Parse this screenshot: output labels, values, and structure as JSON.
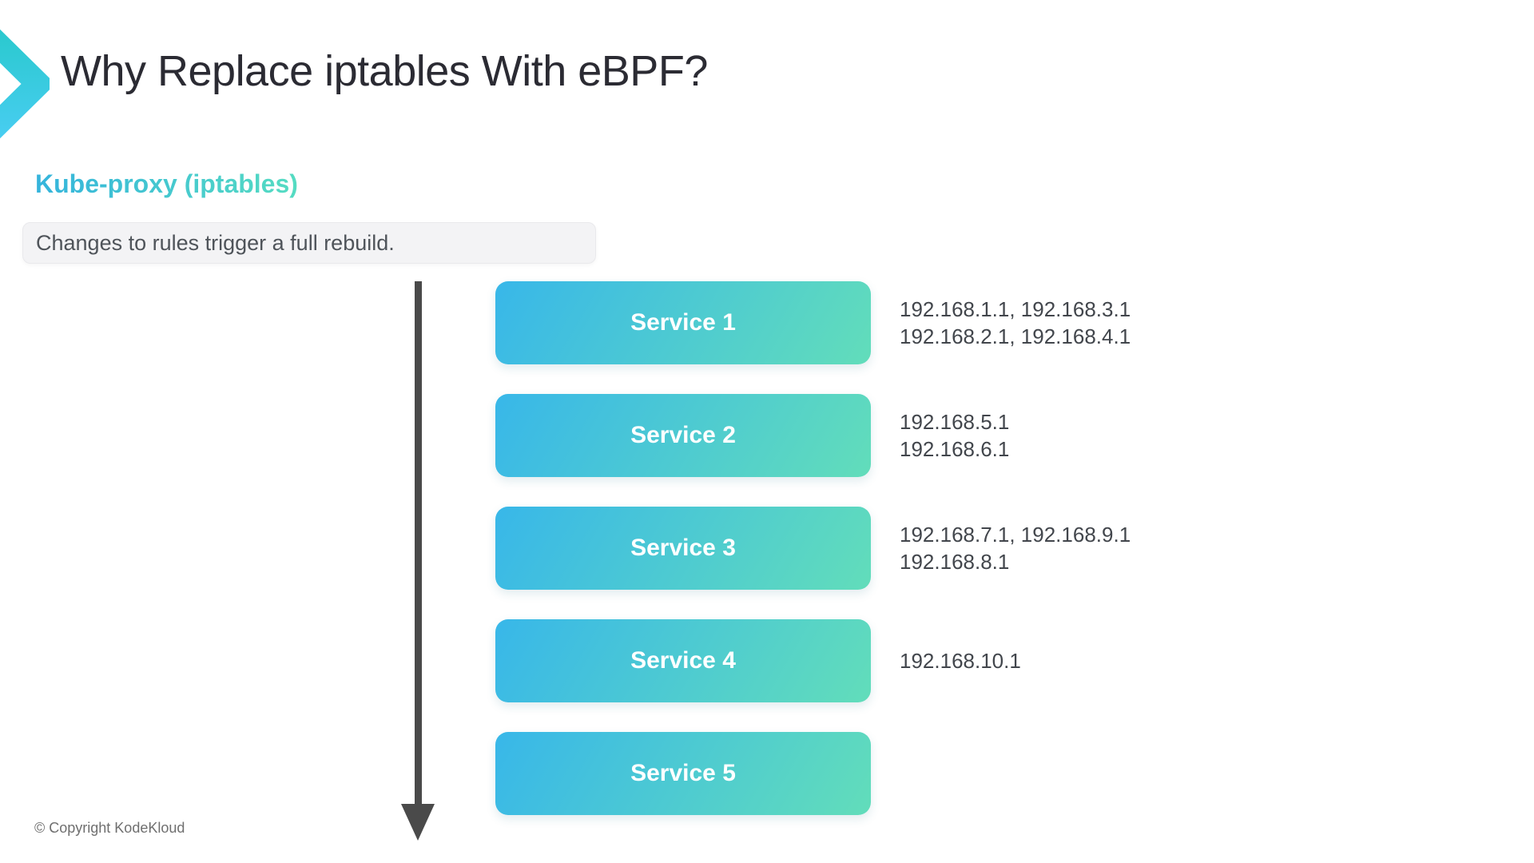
{
  "slide": {
    "title": "Why Replace iptables With eBPF?",
    "subtitle": "Kube-proxy (iptables)",
    "note": "Changes to rules trigger a full rebuild.",
    "copyright": "© Copyright KodeKloud"
  },
  "services": [
    {
      "label": "Service 1",
      "ips": [
        "192.168.1.1, 192.168.3.1",
        "192.168.2.1, 192.168.4.1"
      ]
    },
    {
      "label": "Service 2",
      "ips": [
        "192.168.5.1",
        "192.168.6.1"
      ]
    },
    {
      "label": "Service 3",
      "ips": [
        "192.168.7.1, 192.168.9.1",
        "192.168.8.1"
      ]
    },
    {
      "label": "Service 4",
      "ips": [
        "192.168.10.1"
      ]
    },
    {
      "label": "Service 5",
      "ips": []
    }
  ],
  "colors": {
    "service_box_gradient_start": "#38b7e9",
    "service_box_gradient_end": "#62ddba",
    "subtitle_gradient_start": "#35b4dc",
    "subtitle_gradient_end": "#55dcc2",
    "title_text": "#2b2b33",
    "note_background": "#f3f3f5",
    "note_text": "#4f545a",
    "ip_text": "#42464c",
    "arrow": "#4a4a4a",
    "chevron_gradient_start": "#2bc9cf",
    "chevron_gradient_end": "#47cdf0"
  }
}
